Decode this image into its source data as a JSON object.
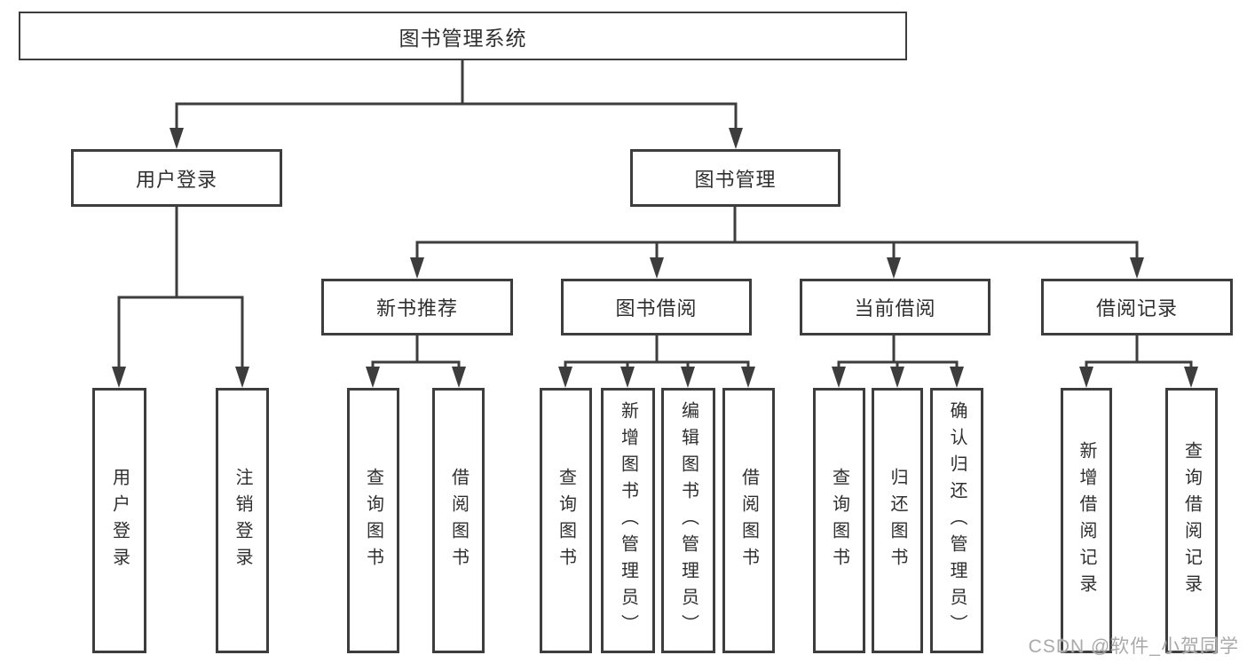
{
  "diagram": {
    "root": {
      "label": "图书管理系统"
    },
    "level2": {
      "user_login": {
        "label": "用户登录"
      },
      "book_management": {
        "label": "图书管理"
      }
    },
    "level3": {
      "new_book_recommend": {
        "label": "新书推荐"
      },
      "book_borrowing": {
        "label": "图书借阅"
      },
      "current_borrowing": {
        "label": "当前借阅"
      },
      "borrowing_records": {
        "label": "借阅记录"
      }
    },
    "leaves": {
      "user_login_leaf": {
        "label": "用户登录"
      },
      "logout": {
        "label": "注销登录"
      },
      "recommend_query_books": {
        "label": "查询图书"
      },
      "recommend_borrow_books": {
        "label": "借阅图书"
      },
      "borrowing_query_books": {
        "label": "查询图书"
      },
      "borrowing_add_books": {
        "label": "新增图书（管理员）"
      },
      "borrowing_edit_books": {
        "label": "编辑图书（管理员）"
      },
      "borrowing_borrow_books": {
        "label": "借阅图书"
      },
      "current_query_books": {
        "label": "查询图书"
      },
      "current_return_books": {
        "label": "归还图书"
      },
      "current_confirm_return": {
        "label": "确认归还（管理员）"
      },
      "records_add_record": {
        "label": "新增借阅记录"
      },
      "records_query_record": {
        "label": "查询借阅记录"
      }
    }
  },
  "watermark": {
    "text": "CSDN @软件_小贺同学"
  },
  "colors": {
    "line": "#3d3d3d",
    "text": "#2f2f2f",
    "watermark": "#a9a9a9",
    "background": "#ffffff"
  }
}
